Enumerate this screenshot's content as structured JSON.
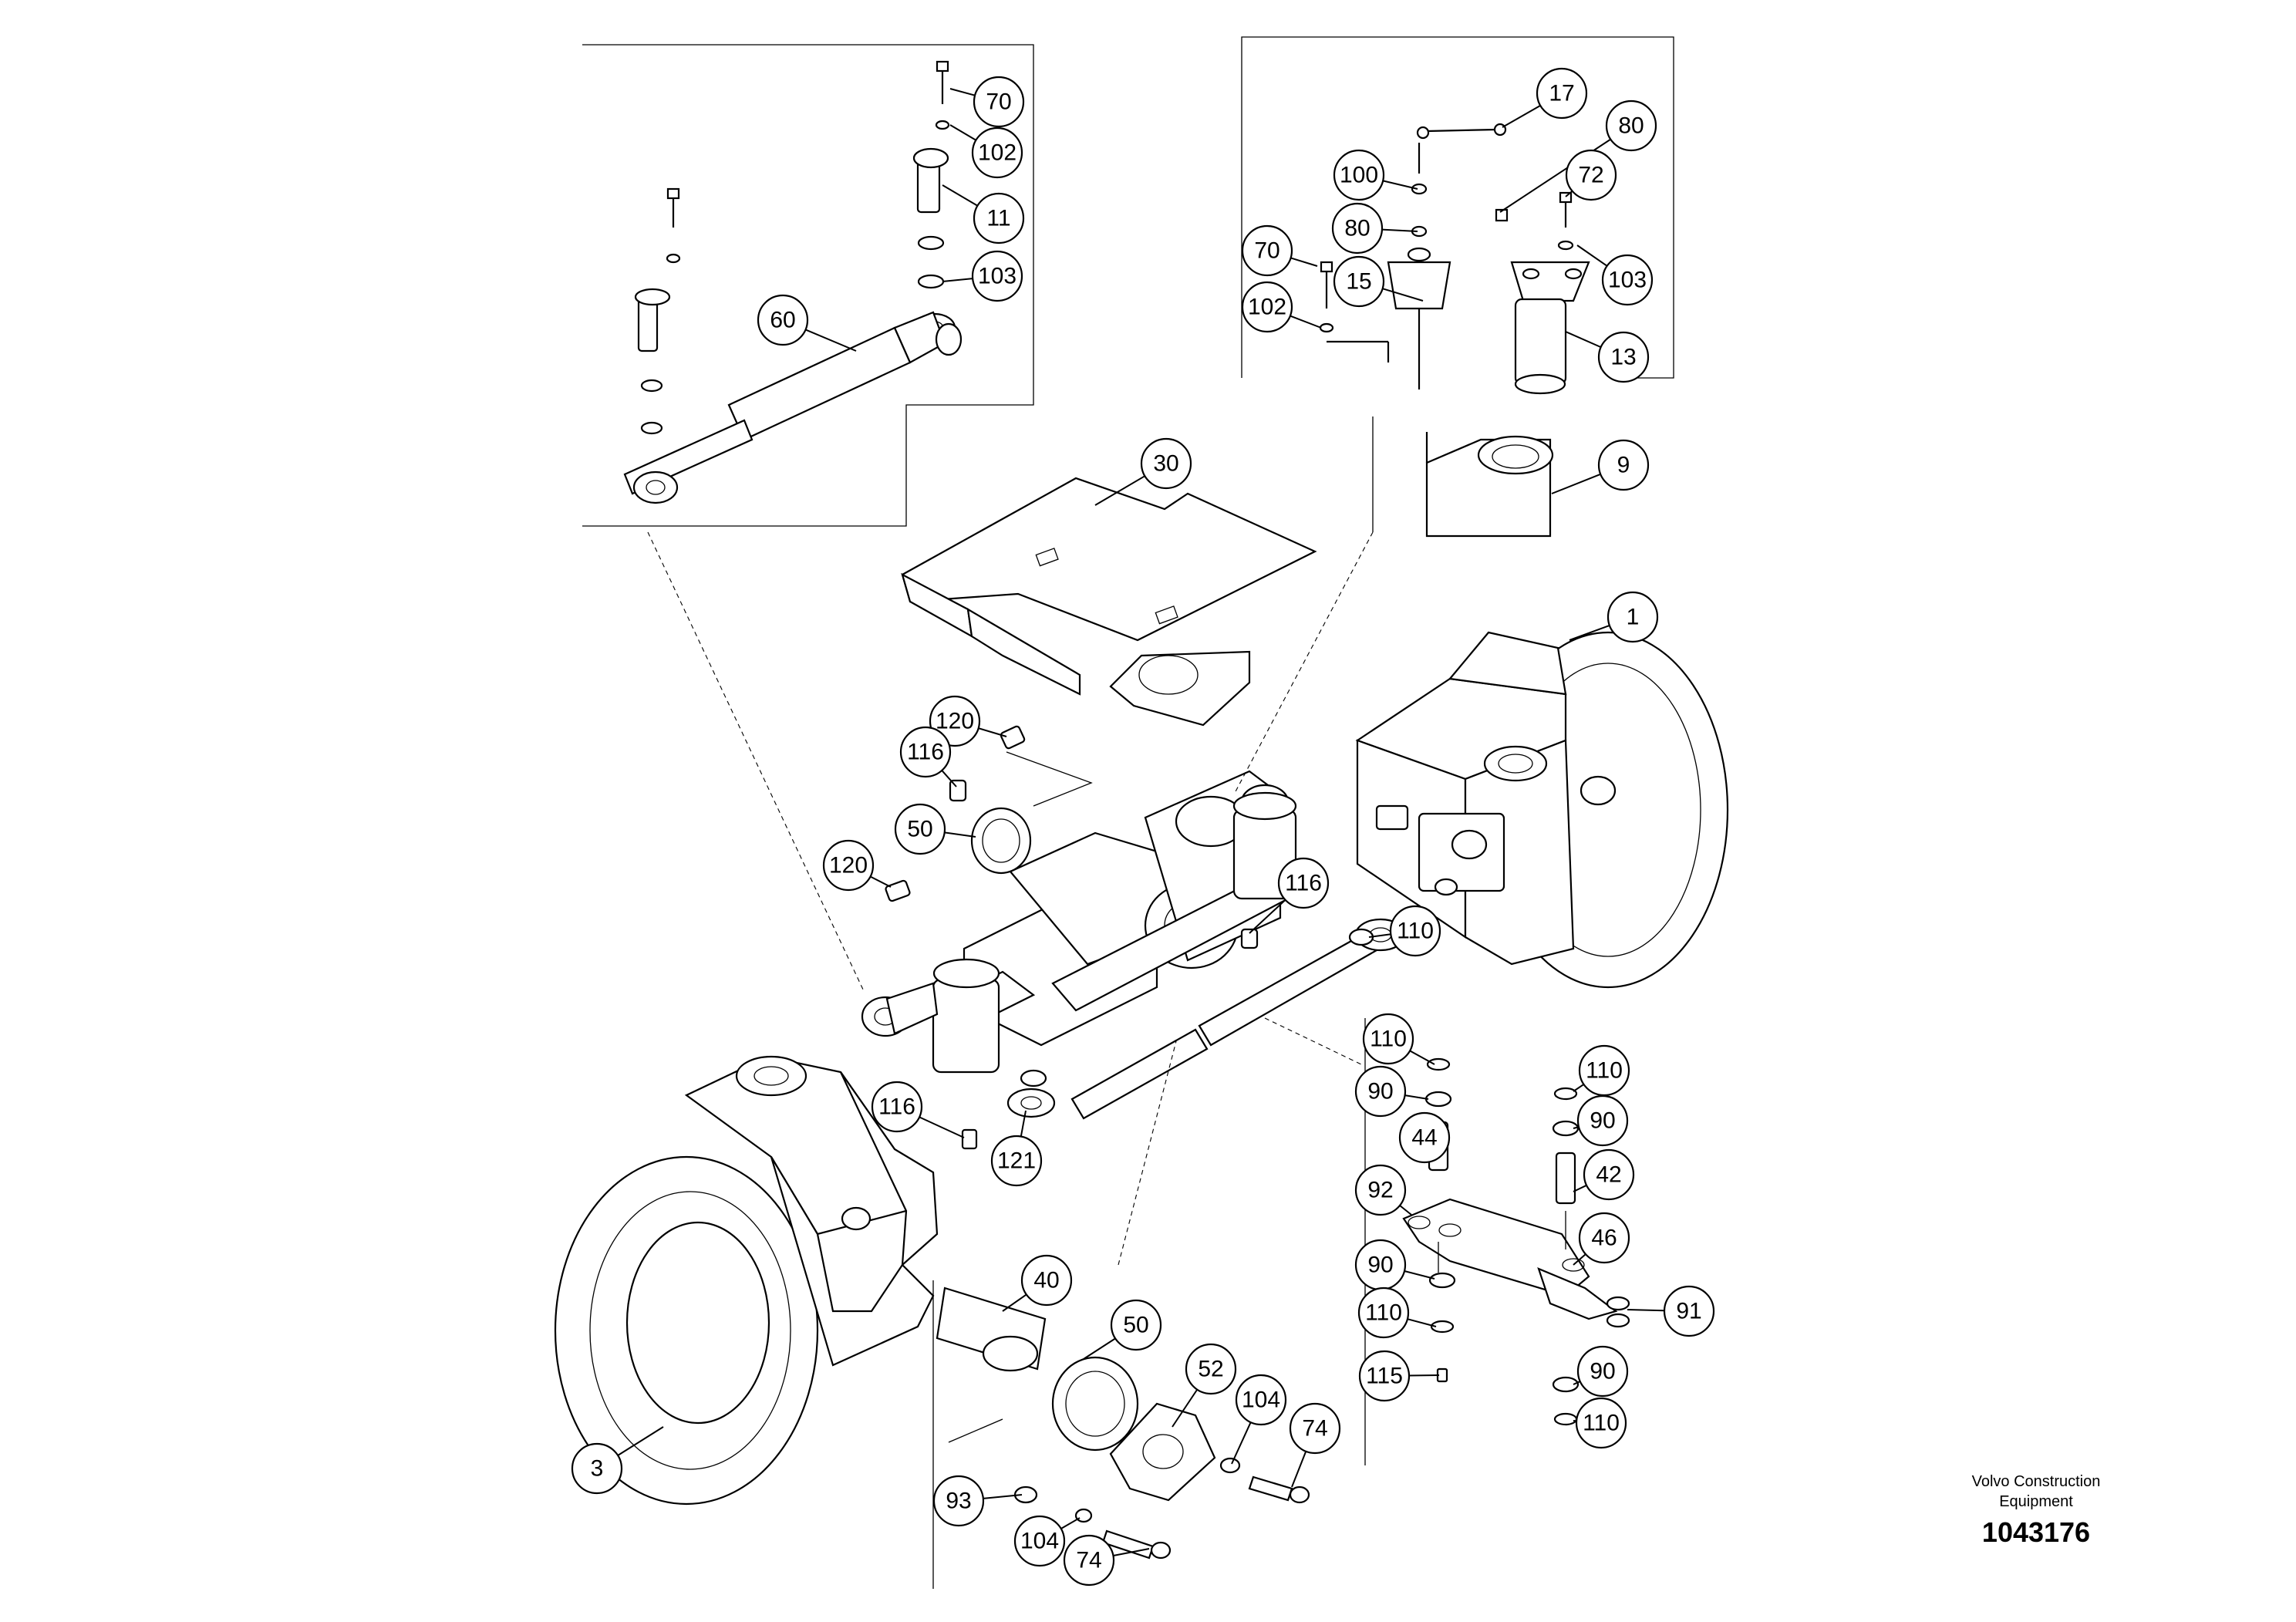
{
  "footer": {
    "brand_line1": "Volvo Construction",
    "brand_line2": "Equipment",
    "drawing_number": "1043176"
  },
  "callouts": [
    {
      "label": "70"
    },
    {
      "label": "102"
    },
    {
      "label": "11"
    },
    {
      "label": "103"
    },
    {
      "label": "60"
    },
    {
      "label": "17"
    },
    {
      "label": "80"
    },
    {
      "label": "72"
    },
    {
      "label": "100"
    },
    {
      "label": "80"
    },
    {
      "label": "70"
    },
    {
      "label": "15"
    },
    {
      "label": "103"
    },
    {
      "label": "102"
    },
    {
      "label": "13"
    },
    {
      "label": "9"
    },
    {
      "label": "30"
    },
    {
      "label": "1"
    },
    {
      "label": "120"
    },
    {
      "label": "116"
    },
    {
      "label": "50"
    },
    {
      "label": "120"
    },
    {
      "label": "116"
    },
    {
      "label": "110"
    },
    {
      "label": "116"
    },
    {
      "label": "121"
    },
    {
      "label": "110"
    },
    {
      "label": "90"
    },
    {
      "label": "44"
    },
    {
      "label": "92"
    },
    {
      "label": "90"
    },
    {
      "label": "110"
    },
    {
      "label": "115"
    },
    {
      "label": "110"
    },
    {
      "label": "90"
    },
    {
      "label": "42"
    },
    {
      "label": "46"
    },
    {
      "label": "91"
    },
    {
      "label": "90"
    },
    {
      "label": "110"
    },
    {
      "label": "40"
    },
    {
      "label": "50"
    },
    {
      "label": "52"
    },
    {
      "label": "104"
    },
    {
      "label": "74"
    },
    {
      "label": "93"
    },
    {
      "label": "104"
    },
    {
      "label": "74"
    },
    {
      "label": "3"
    }
  ]
}
